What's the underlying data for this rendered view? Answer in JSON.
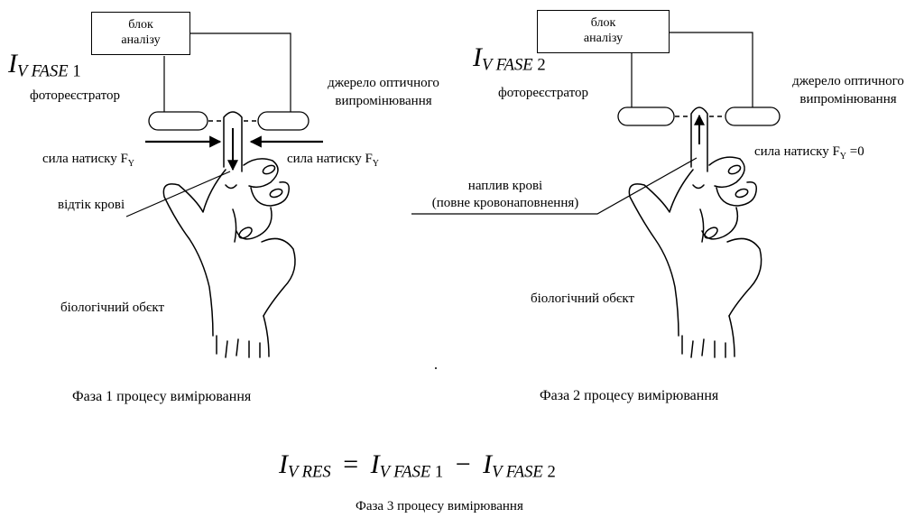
{
  "left_panel": {
    "block_line1": "блок",
    "block_line2": "аналізу",
    "intensity": {
      "symbol": "I",
      "sub": "V FASE",
      "index": "1"
    },
    "photodetector": "фотореєстратор",
    "source_line1": "джерело оптичного",
    "source_line2": "випромінювання",
    "force_left": "сила натиску F",
    "force_left_sub": "Y",
    "force_right": "сила натиску F",
    "force_right_sub": "Y",
    "blood_label": "відтік крові",
    "object_label": "біологічний обєкт",
    "caption": "Фаза  1 процесу вимірювання"
  },
  "right_panel": {
    "block_line1": "блок",
    "block_line2": "аналізу",
    "intensity": {
      "symbol": "I",
      "sub": "V FASE",
      "index": "2"
    },
    "photodetector": "фотореєстратор",
    "source_line1": "джерело оптичного",
    "source_line2": "випромінювання",
    "force": "сила натиску F",
    "force_sub": "Y",
    "force_value": " =0",
    "blood_line1": "наплив крові",
    "blood_line2": "(повне кровонаповнення)",
    "object_label": "біологічний обєкт",
    "caption": "Фаза  2 процесу вимірювання"
  },
  "formula": {
    "lhs_symbol": "I",
    "lhs_sub": "V RES",
    "equals": "=",
    "t1_symbol": "I",
    "t1_sub": "V FASE",
    "t1_index": "1",
    "minus": "−",
    "t2_symbol": "I",
    "t2_sub": "V FASE",
    "t2_index": "2"
  },
  "phase3_caption": "Фаза  3 процесу вимірювання"
}
